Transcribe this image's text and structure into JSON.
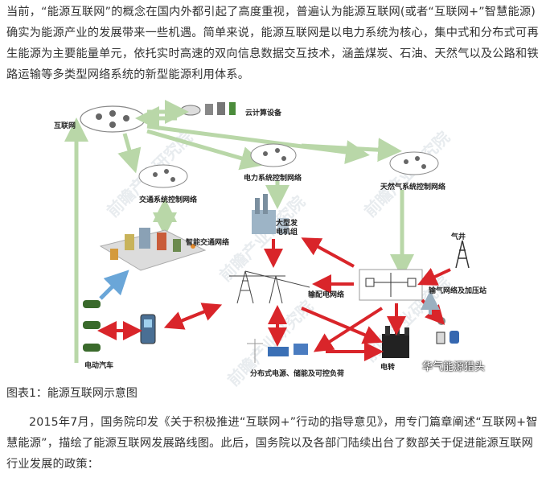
{
  "intro_paragraph": "当前，“能源互联网”的概念在国内外都引起了高度重视，普遍认为能源互联网(或者“互联网+”智慧能源)确实为能源产业的发展带来一些机遇。简单来说，能源互联网是以电力系统为核心，集中式和分布式可再生能源为主要能量单元，依托实时高速的双向信息数据交互技术，涵盖煤炭、石油、天然气以及公路和铁路运输等多类型网络系统的新型能源利用体系。",
  "figure": {
    "labels": {
      "internet": "互联网",
      "cloud": "云计算设备",
      "traffic_net": "交通系统控制网络",
      "power_net": "电力系统控制网络",
      "gas_net": "天然气系统控制网络",
      "smart_traffic": "智能交通网络",
      "generator": "大型发电机组",
      "gas_well": "气井",
      "grid": "输配电网络",
      "pipeline": "输气网络及加压站",
      "ev": "电动汽车",
      "distributed": "分布式电源、储能及可控负荷",
      "heat": "电转"
    },
    "watermark": "前瞻产业研究院",
    "overlay_text": "华气能源猎头"
  },
  "caption": "图表1：能源互联网示意图",
  "second_paragraph": "2015年7月，国务院印发《关于积极推进“互联网+”行动的指导意见》，用专门篇章阐述“互联网+智慧能源”，描绘了能源互联网发展路线图。此后，国务院以及各部门陆续出台了数部关于促进能源互联网行业发展的政策："
}
